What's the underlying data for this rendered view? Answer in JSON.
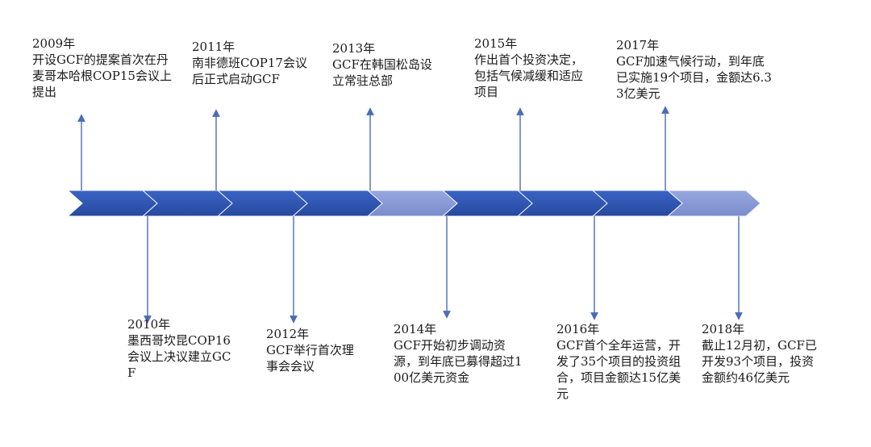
{
  "timeline": {
    "colors": {
      "dark_chevron": "#2f55b5",
      "light_chevron": "#8a9bd9",
      "connector": "#4a6db5"
    },
    "chevrons": [
      {
        "shade": "dark"
      },
      {
        "shade": "dark"
      },
      {
        "shade": "dark"
      },
      {
        "shade": "dark"
      },
      {
        "shade": "light"
      },
      {
        "shade": "dark"
      },
      {
        "shade": "dark"
      },
      {
        "shade": "dark"
      },
      {
        "shade": "light"
      }
    ],
    "events": [
      {
        "year": "2009年",
        "desc": "开设GCF的提案首次在丹麦哥本哈根COP15会议上提出",
        "position": "above"
      },
      {
        "year": "2010年",
        "desc": "墨西哥坎昆COP16会议上决议建立GCF",
        "position": "below"
      },
      {
        "year": "2011年",
        "desc": "南非德班COP17会议后正式启动GCF",
        "position": "above"
      },
      {
        "year": "2012年",
        "desc": "GCF举行首次理事会会议",
        "position": "below"
      },
      {
        "year": "2013年",
        "desc": "GCF在韩国松岛设立常驻总部",
        "position": "above"
      },
      {
        "year": "2014年",
        "desc": "GCF开始初步调动资源，到年底已募得超过100亿美元资金",
        "position": "below"
      },
      {
        "year": "2015年",
        "desc": "作出首个投资决定，包括气候减缓和适应项目",
        "position": "above"
      },
      {
        "year": "2016年",
        "desc": "GCF首个全年运营，开发了35个项目的投资组合，项目金额达15亿美元",
        "position": "below"
      },
      {
        "year": "2017年",
        "desc": "GCF加速气候行动，到年底已实施19个项目，金额达6.33亿美元",
        "position": "above"
      },
      {
        "year": "2018年",
        "desc": "截止12月初，GCF已开发93个项目，投资金额约46亿美元",
        "position": "below"
      }
    ]
  }
}
